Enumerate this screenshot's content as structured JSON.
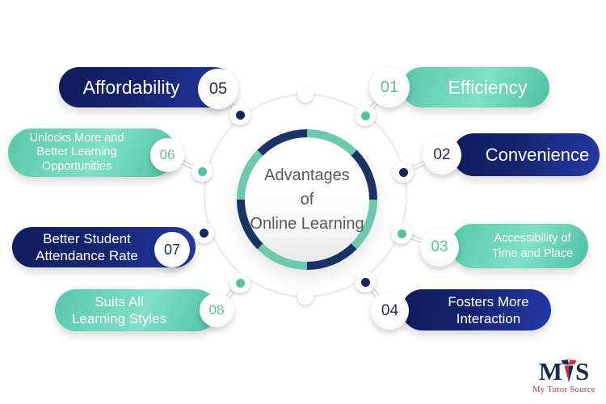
{
  "center": {
    "line1": "Advantages",
    "line2": "of",
    "line3": "Online Learning"
  },
  "items": [
    {
      "number": "01",
      "label": "Efficiency",
      "side": "right",
      "color": "teal"
    },
    {
      "number": "02",
      "label": "Convenience",
      "side": "right",
      "color": "navy"
    },
    {
      "number": "03",
      "label": "Accessibility of\nTime and Place",
      "side": "right",
      "color": "teal"
    },
    {
      "number": "04",
      "label": "Fosters More\nInteraction",
      "side": "right",
      "color": "navy"
    },
    {
      "number": "05",
      "label": "Affordability",
      "side": "left",
      "color": "navy"
    },
    {
      "number": "06",
      "label": "Unlocks More and\nBetter Learning\nOpportunities",
      "side": "left",
      "color": "teal"
    },
    {
      "number": "07",
      "label": "Better Student\nAttendance Rate",
      "side": "left",
      "color": "navy"
    },
    {
      "number": "08",
      "label": "Suits All\nLearning Styles",
      "side": "left",
      "color": "teal"
    }
  ],
  "logo": {
    "letter_m": "M",
    "letter_s": "S",
    "tagline": "My Tutor Source"
  },
  "colors": {
    "pill_navy_dark": "#0f1c5c",
    "pill_navy_light": "#2439a8",
    "pill_teal_dark": "#4fc0a1",
    "pill_teal_light": "#7fe0c5",
    "ring_navy": "#1a3365",
    "ring_teal": "#6cc9af",
    "number_navy": "#1f2c55",
    "number_teal": "#5fbfa4",
    "center_text_gray": "#57585a",
    "connector_gray": "#dcdcdc",
    "logo_navy": "#1e2a4d",
    "logo_red": "#c2343c"
  }
}
